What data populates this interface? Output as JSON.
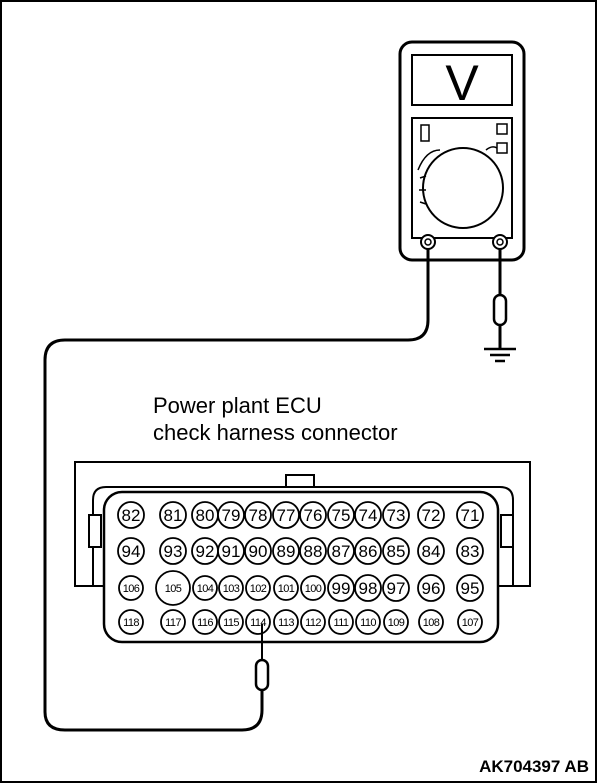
{
  "caption": {
    "line1": "Power plant ECU",
    "line2": "check harness connector"
  },
  "figure_id": "AK704397 AB",
  "meter": {
    "display_symbol": "V",
    "icons": [
      "multimeter-icon",
      "ground-icon",
      "test-probe-icon"
    ]
  },
  "connector": {
    "rows": [
      [
        "82",
        "81",
        "80",
        "79",
        "78",
        "77",
        "76",
        "75",
        "74",
        "73",
        "72",
        "71"
      ],
      [
        "94",
        "93",
        "92",
        "91",
        "90",
        "89",
        "88",
        "87",
        "86",
        "85",
        "84",
        "83"
      ],
      [
        "106",
        "105",
        "104",
        "103",
        "102",
        "101",
        "100",
        "99",
        "98",
        "97",
        "96",
        "95"
      ],
      [
        "118",
        "117",
        "116",
        "115",
        "114",
        "113",
        "112",
        "111",
        "110",
        "109",
        "108",
        "107"
      ]
    ],
    "probed_pin": "114"
  }
}
